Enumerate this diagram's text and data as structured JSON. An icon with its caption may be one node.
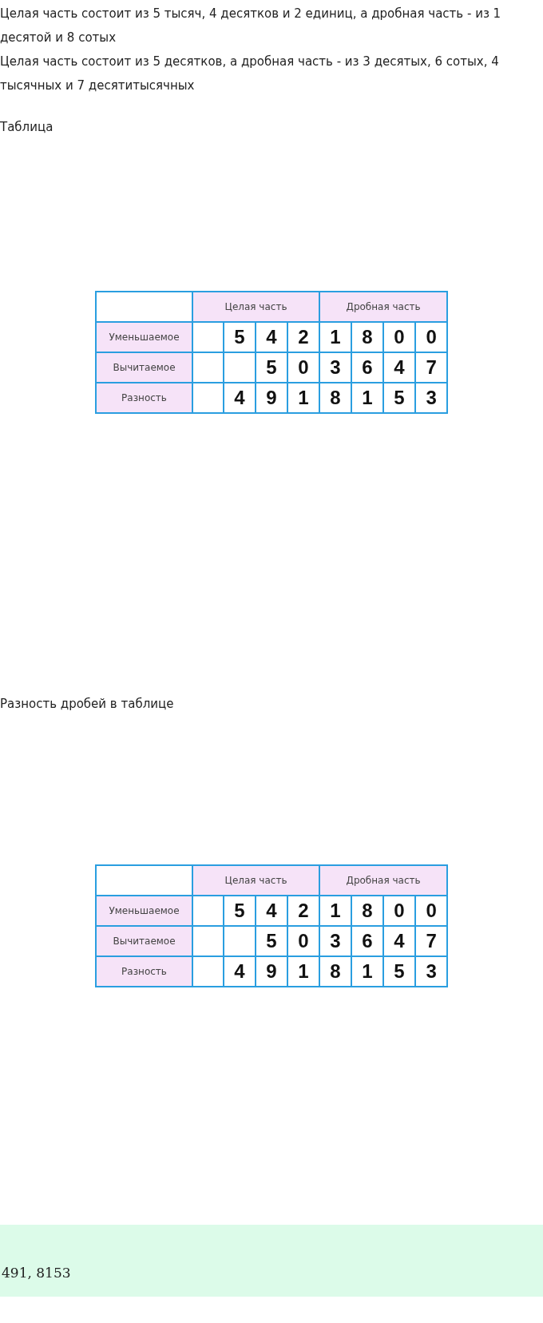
{
  "diagram": {
    "labels": [
      "Целая часть состоит из 5 тысяч, 4 десятков и 2 единиц, а дробная часть - из 1 десятой и 8 сотых",
      "Целая часть состоит из 5 десятков, а дробная часть - из 3 десятых, 6 сотых, 4 тысячных и 7 десятитысячных",
      "Таблица",
      "Целая часть",
      "Дробная часть",
      "Уменьшаемое",
      "5",
      "4",
      "2",
      "1",
      "8",
      "0",
      "0",
      "Вычитаемое",
      "5",
      "0",
      "3",
      "6",
      "4",
      "7",
      "Разность",
      "4",
      "9",
      "1",
      "8",
      "1",
      "5",
      "3",
      "Разность дробей в таблице",
      "Целая часть",
      "Дробная часть",
      "Уменьшаемое",
      "5",
      "4",
      "2",
      "1",
      "8",
      "0",
      "0",
      "Вычитаемое",
      "5",
      "0",
      "3",
      "6",
      "4",
      "7",
      "Разность",
      "4",
      "9",
      "1",
      "8",
      "1",
      "5",
      "3",
      "491, 8153"
    ]
  }
}
